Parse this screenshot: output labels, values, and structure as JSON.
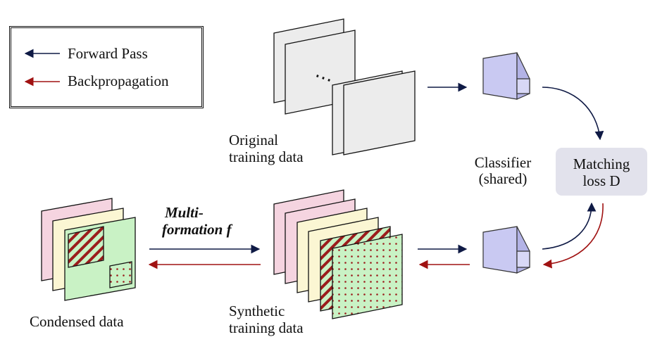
{
  "legend": {
    "forward_label": "Forward Pass",
    "backprop_label": "Backpropagation"
  },
  "labels": {
    "original_line1": "Original",
    "original_line2": "training data",
    "classifier_line1": "Classifier",
    "classifier_line2": "(shared)",
    "matching_line1": "Matching",
    "matching_line2": "loss D",
    "multi_line1": "Multi-",
    "multi_line2": "formation f",
    "condensed": "Condensed data",
    "synthetic_line1": "Synthetic",
    "synthetic_line2": "training data",
    "ellipsis": "⋯"
  },
  "colors": {
    "forward": "#0f1a45",
    "backprop": "#a01212",
    "classifier_fill": "#c9c9f2",
    "matching_box": "#e2e2ec",
    "pink": "#f5d4e0",
    "yellow": "#fbf6d3",
    "green": "#c9f2c5",
    "gray_sheet": "#ececec"
  }
}
